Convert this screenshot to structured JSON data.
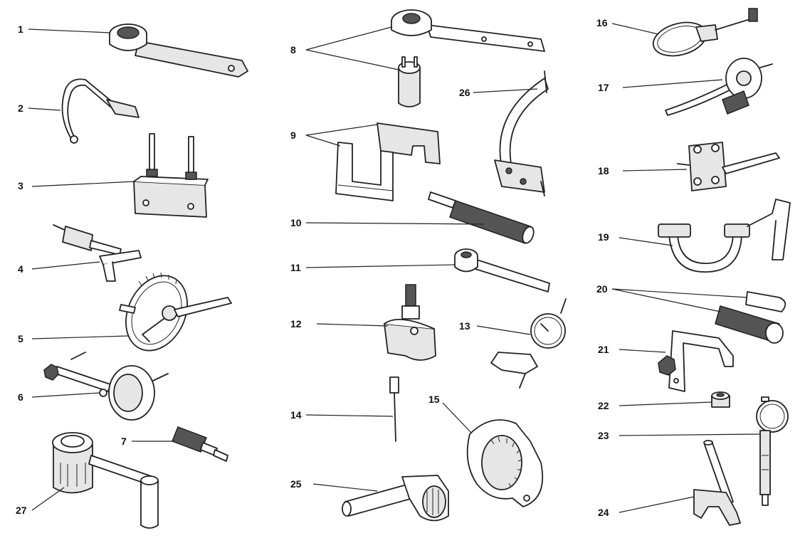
{
  "diagram": {
    "labels": {
      "l1": "1",
      "l2": "2",
      "l3": "3",
      "l4": "4",
      "l5": "5",
      "l6": "6",
      "l7": "7",
      "l8": "8",
      "l9": "9",
      "l10": "10",
      "l11": "11",
      "l12": "12",
      "l13": "13",
      "l14": "14",
      "l15": "15",
      "l16": "16",
      "l17": "17",
      "l18": "18",
      "l19": "19",
      "l20": "20",
      "l21": "21",
      "l22": "22",
      "l23": "23",
      "l24": "24",
      "l25": "25",
      "l26": "26",
      "l27": "27"
    }
  }
}
